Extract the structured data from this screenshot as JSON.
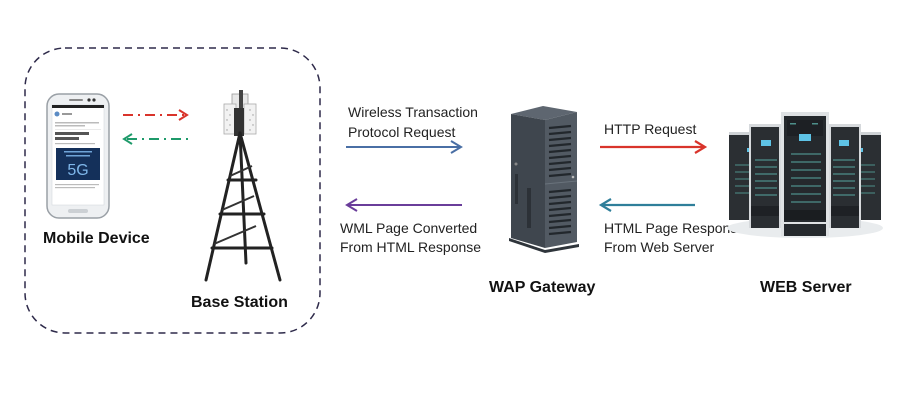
{
  "diagram": {
    "nodes": {
      "mobile": {
        "label": "Mobile Device",
        "icon": "smartphone-icon"
      },
      "base": {
        "label": "Base Station",
        "icon": "cell-tower-icon"
      },
      "gateway": {
        "label": "WAP Gateway",
        "icon": "server-tower-icon"
      },
      "web": {
        "label": "WEB Server",
        "icon": "server-rack-icon"
      }
    },
    "phone_screen": {
      "heading": "Applications of 5G technology",
      "banner_line1": "A LOOK INTO",
      "banner_line2": "THE FUTURE",
      "banner_big": "5G"
    },
    "edges": {
      "wtp_request": {
        "line1": "Wireless Transaction",
        "line2": "Protocol Request",
        "color": "#4a6fa5"
      },
      "wml_response": {
        "line1": "WML Page Converted",
        "line2": "From HTML Response",
        "color": "#6a3d9a"
      },
      "http_request": {
        "line1": "HTTP Request",
        "color": "#d9342b"
      },
      "html_response": {
        "line1": "HTML Page Response",
        "line2": "From Web Server",
        "color": "#2f7f9a"
      },
      "mobile_to_base": {
        "color": "#d9342b",
        "style": "dash-dot"
      },
      "base_to_mobile": {
        "color": "#1e9a6a",
        "style": "dash-dot"
      }
    },
    "group_border_color": "#2e2a4a"
  }
}
